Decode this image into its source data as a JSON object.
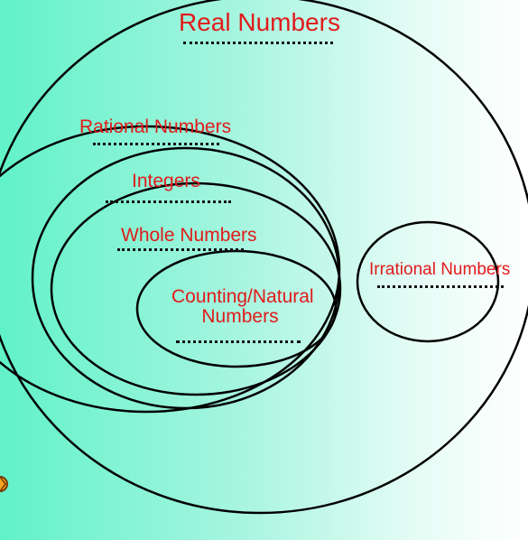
{
  "sets": {
    "real": {
      "label": "Real Numbers"
    },
    "rational": {
      "label": "Rational Numbers"
    },
    "integers": {
      "label": "Integers"
    },
    "whole": {
      "label": "Whole Numbers"
    },
    "natural": {
      "label_line1": "Counting/Natural",
      "label_line2": "Numbers"
    },
    "irrational": {
      "label": "Irrational Numbers"
    }
  },
  "colors": {
    "label_text": "#e01b1b",
    "outline": "#000000",
    "gradient_left": "#61f2c8",
    "gradient_right": "#ffffff"
  },
  "icons": {
    "corner_marker": "partial-orange-ball-icon"
  }
}
